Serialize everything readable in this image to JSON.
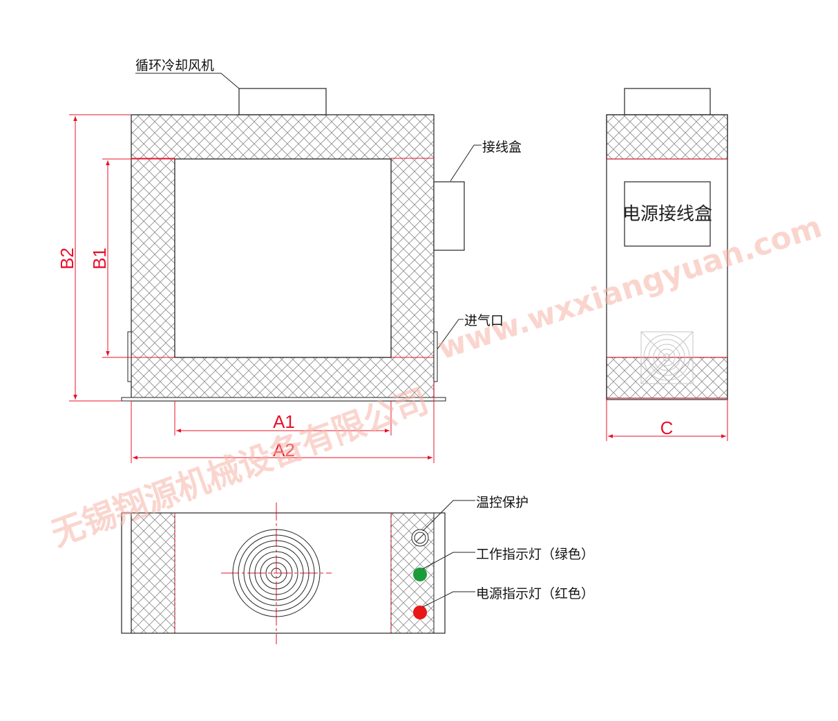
{
  "labels": {
    "fan": "循环冷却风机",
    "junction_box": "接线盒",
    "air_inlet": "进气口",
    "power_junction_box": "电源接线盒",
    "temp_protection": "温控保护",
    "work_indicator": "工作指示灯（绿色）",
    "power_indicator": "电源指示灯（红色）"
  },
  "dimensions": {
    "b2": "B2",
    "b1": "B1",
    "a1": "A1",
    "a2": "A2",
    "c": "C"
  },
  "watermark": {
    "company": "无锡翔源机械设备有限公司",
    "site": "www.wxxiangyuan.com"
  },
  "colors": {
    "dimension": "#e8102a",
    "line": "#222222",
    "hatch": "#8a8a8a",
    "indicator_work": "#1a9c3a",
    "indicator_power": "#e81818",
    "watermark": "#f6b3a7"
  },
  "icons": {
    "fan_grille": "fan-grille-icon",
    "thermostat": "thermostat-icon"
  }
}
